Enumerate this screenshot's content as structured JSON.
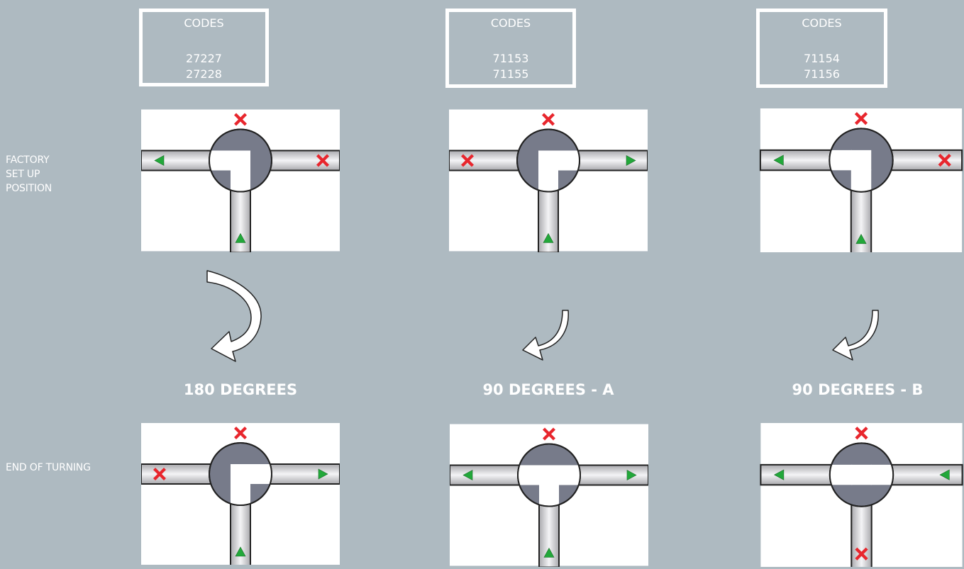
{
  "row_labels": {
    "factory": [
      "FACTORY",
      "SET UP",
      "POSITION"
    ],
    "end": "END OF TURNING"
  },
  "columns": [
    {
      "codes_title": "CODES",
      "codes": [
        "27227",
        "27228"
      ],
      "rotation_label": "180 DEGREES"
    },
    {
      "codes_title": "CODES",
      "codes": [
        "71153",
        "71155"
      ],
      "rotation_label": "90 DEGREES - A"
    },
    {
      "codes_title": "CODES",
      "codes": [
        "71154",
        "71156"
      ],
      "rotation_label": "90 DEGREES - B"
    }
  ],
  "diagrams": {
    "factory": [
      {
        "rotor_open": [
          "left",
          "bottom"
        ],
        "ends": {
          "top": "blocked",
          "left": "arrow-left",
          "right": "blocked",
          "bottom": "arrow-up"
        }
      },
      {
        "rotor_open": [
          "right",
          "bottom"
        ],
        "ends": {
          "top": "blocked",
          "left": "blocked",
          "right": "arrow-right",
          "bottom": "arrow-up"
        }
      },
      {
        "rotor_open": [
          "left",
          "bottom"
        ],
        "ends": {
          "top": "blocked",
          "left": "arrow-left",
          "right": "blocked",
          "bottom": "arrow-up"
        }
      }
    ],
    "end": [
      {
        "rotor_open": [
          "right",
          "bottom"
        ],
        "ends": {
          "top": "blocked",
          "left": "blocked",
          "right": "arrow-right",
          "bottom": "arrow-up"
        }
      },
      {
        "rotor_open": [
          "left",
          "right",
          "bottom"
        ],
        "ends": {
          "top": "blocked",
          "left": "arrow-left",
          "right": "arrow-right",
          "bottom": "arrow-up"
        }
      },
      {
        "rotor_open": [
          "left",
          "right"
        ],
        "ends": {
          "top": "blocked",
          "left": "arrow-left",
          "right": "arrow-left",
          "bottom": "blocked"
        }
      }
    ]
  },
  "colors": {
    "background": "#aebac1",
    "rotor": "#777b8a",
    "blocked_marker": "#e8262d",
    "arrow_marker": "#22a83a"
  }
}
